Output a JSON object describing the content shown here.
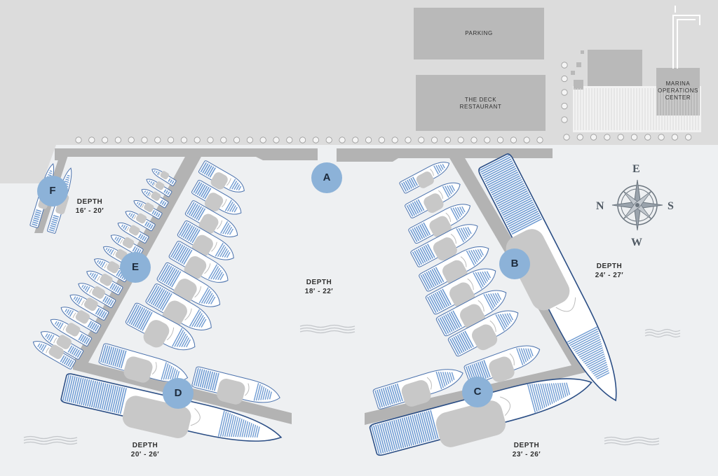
{
  "colors": {
    "water": "#eef0f2",
    "land": "#dcdcdc",
    "building": "#b9b9b9",
    "pier": "#b3b3b3",
    "boat_blue": "#6f9bd2",
    "boat_outline": "#2b4e85",
    "boat_deck": "#c8c8c8",
    "marker": "#8cb2d8"
  },
  "buildings": {
    "parking": "PARKING",
    "restaurant": [
      "THE DECK",
      "RESTAURANT"
    ],
    "operations": [
      "MARINA",
      "OPERATIONS",
      "CENTER"
    ]
  },
  "docks": {
    "A": "A",
    "B": "B",
    "C": "C",
    "D": "D",
    "E": "E",
    "F": "F"
  },
  "depths": {
    "f": [
      "DEPTH",
      "16′ - 20′"
    ],
    "center": [
      "DEPTH",
      "18′ - 22′"
    ],
    "b": [
      "DEPTH",
      "24′ - 27′"
    ],
    "d": [
      "DEPTH",
      "20′ - 26′"
    ],
    "c": [
      "DEPTH",
      "23′ - 26′"
    ]
  },
  "compass": {
    "top": "E",
    "bottom": "W",
    "left": "N",
    "right": "S"
  }
}
